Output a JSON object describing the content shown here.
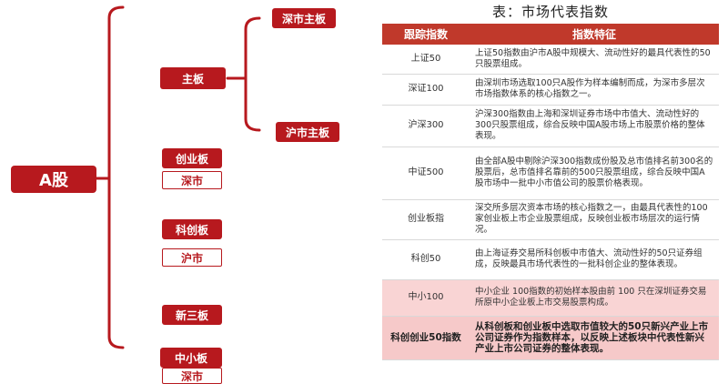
{
  "diagram": {
    "root": "A股",
    "main_board": "主板",
    "sz_main": "深市主板",
    "sh_main": "沪市主板",
    "chinext": "创业板",
    "chinext_market": "深市",
    "star": "科创板",
    "star_market": "沪市",
    "neeq": "新三板",
    "sme": "中小板",
    "sme_market": "深市"
  },
  "table": {
    "title": "表：市场代表指数",
    "header_index": "跟踪指数",
    "header_feature": "指数特征",
    "rows": [
      {
        "name": "上证50",
        "desc": "上证50指数由沪市A股中规模大、流动性好的最具代表性的50只股票组成。"
      },
      {
        "name": "深证100",
        "desc": "由深圳市场选取100只A股作为样本编制而成，为深市多层次市场指数体系的核心指数之一。"
      },
      {
        "name": "沪深300",
        "desc": "沪深300指数由上海和深圳证券市场中市值大、流动性好的300只股票组成，综合反映中国A股市场上市股票价格的整体表现。"
      },
      {
        "name": "中证500",
        "desc": "由全部A股中剔除沪深300指数成份股及总市值排名前300名的股票后，总市值排名靠前的500只股票组成，综合反映中国A股市场中一批中小市值公司的股票价格表现。"
      },
      {
        "name": "创业板指",
        "desc": "深交所多层次资本市场的核心指数之一，由最具代表性的100家创业板上市企业股票组成，反映创业板市场层次的运行情况。"
      },
      {
        "name": "科创50",
        "desc": "由上海证券交易所科创板中市值大、流动性好的50只证券组成，反映最具市场代表性的一批科创企业的整体表现。"
      },
      {
        "name": "中小100",
        "desc": "中小企业 100指数的初始样本股由前 100 只在深圳证券交易所原中小企业板上市交易股票构成。"
      },
      {
        "name": "科创创业50指数",
        "desc": "从科创板和创业板中选取市值较大的50只新兴产业上市公司证券作为指数样本，以反映上述板块中代表性新兴产业上市公司证券的整体表现。"
      }
    ]
  },
  "colors": {
    "brand_red": "#b7191e",
    "header_red": "#c0392b",
    "row_pink": "#f9d4d4",
    "row_pink_bold": "#f6c9c9"
  }
}
